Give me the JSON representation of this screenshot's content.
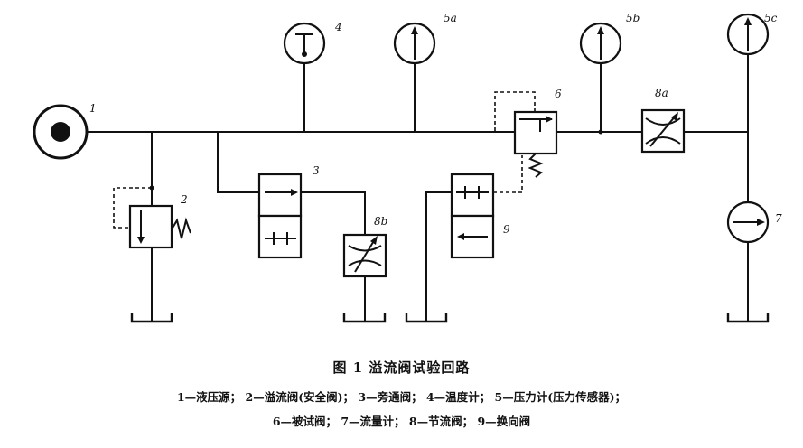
{
  "labels": {
    "n1": "1",
    "n2": "2",
    "n3": "3",
    "n4": "4",
    "n5a": "5a",
    "n5b": "5b",
    "n5c": "5c",
    "n6": "6",
    "n7": "7",
    "n8a": "8a",
    "n8b": "8b",
    "n9": "9"
  },
  "caption": {
    "title": "图 1    溢流阀试验回路",
    "line1": "1—液压源；  2—溢流阀(安全阀)；  3—旁通阀；  4—温度计；  5—压力计(压力传感器)；",
    "line2": "6—被试阀；  7—流量计；  8—节流阀；  9—换向阀"
  }
}
